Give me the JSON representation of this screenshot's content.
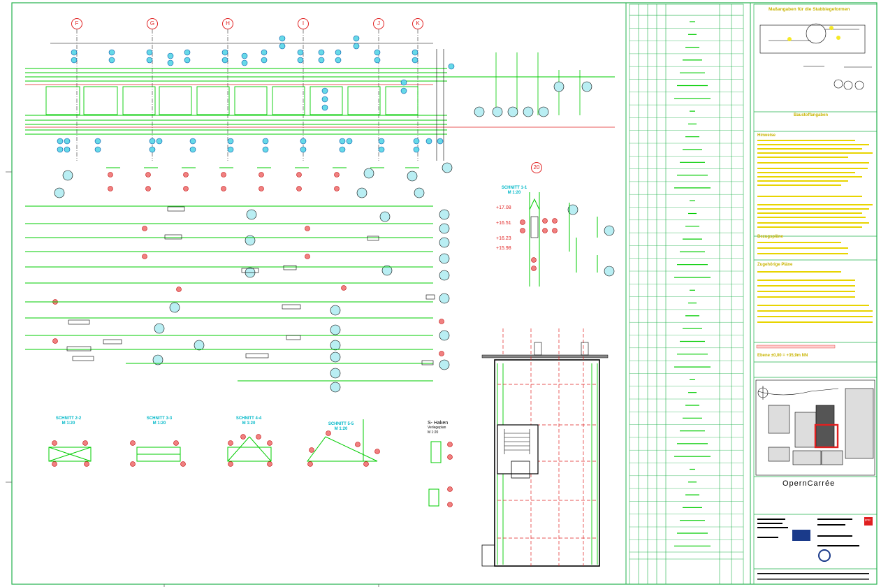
{
  "drawing": {
    "axes": [
      "F",
      "G",
      "H",
      "I",
      "J",
      "K"
    ],
    "detail_marker": "20",
    "section_labels": [
      {
        "title": "SCHNITT 2-2",
        "scale": "M 1:20"
      },
      {
        "title": "SCHNITT 3-3",
        "scale": "M 1:20"
      },
      {
        "title": "SCHNITT 4-4",
        "scale": "M 1:20"
      },
      {
        "title": "SCHNITT 5-5",
        "scale": "M 1:20"
      }
    ],
    "schnitt_1": {
      "title": "SCHNITT 1-1",
      "scale": "M 1:20"
    },
    "elevations": [
      "+17.08",
      "+16.51",
      "+16.23",
      "+15.98"
    ],
    "s_haken": {
      "title": "S- Haken",
      "subtitle": "Verlegeplan",
      "scale": "M 1:20"
    }
  },
  "title_block": {
    "bending_header": "Maßangaben für die Stabbiegeformen",
    "concrete_header": "Baustoffangaben",
    "notes_header": "Hinweise",
    "reference_header": "Bezugspläne",
    "plans_header": "Zugehörige Pläne",
    "level_note": "Ebene ±0,00 = +35,9m NN",
    "project_name": "OpernCarrée",
    "gmp_logo": "gmp"
  },
  "colors": {
    "border": "#22b14c",
    "rebar": "#00cc00",
    "marker_fill": "#66d9e8",
    "marker_outline": "#0055aa",
    "red": "#e02020",
    "yellow_text": "#d4c200",
    "dark": "#000000"
  }
}
